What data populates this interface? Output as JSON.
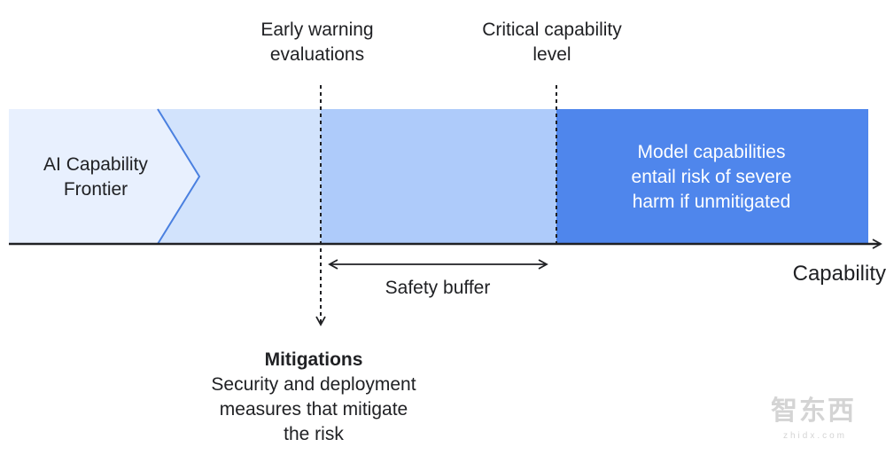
{
  "early_warning": {
    "label": "Early warning\nevaluations"
  },
  "critical_capability": {
    "label": "Critical capability\nlevel"
  },
  "frontier": {
    "label": "AI Capability\nFrontier"
  },
  "model_capabilities": {
    "label": "Model capabilities\nentail risk of severe\nharm if unmitigated"
  },
  "axis": {
    "label": "Capability"
  },
  "safety_buffer": {
    "label": "Safety buffer"
  },
  "mitigations": {
    "title": "Mitigations",
    "description": "Security and deployment\nmeasures that mitigate\nthe risk"
  },
  "watermark": {
    "text": "智东西",
    "sub": "zhidx.com"
  },
  "colors": {
    "band_lightest": "#e8f0fe",
    "band_light": "#d2e3fc",
    "band_medium": "#aecbfa",
    "band_dark": "#4f86ec",
    "frontier_edge": "#4a80e0",
    "axis": "#202124"
  }
}
